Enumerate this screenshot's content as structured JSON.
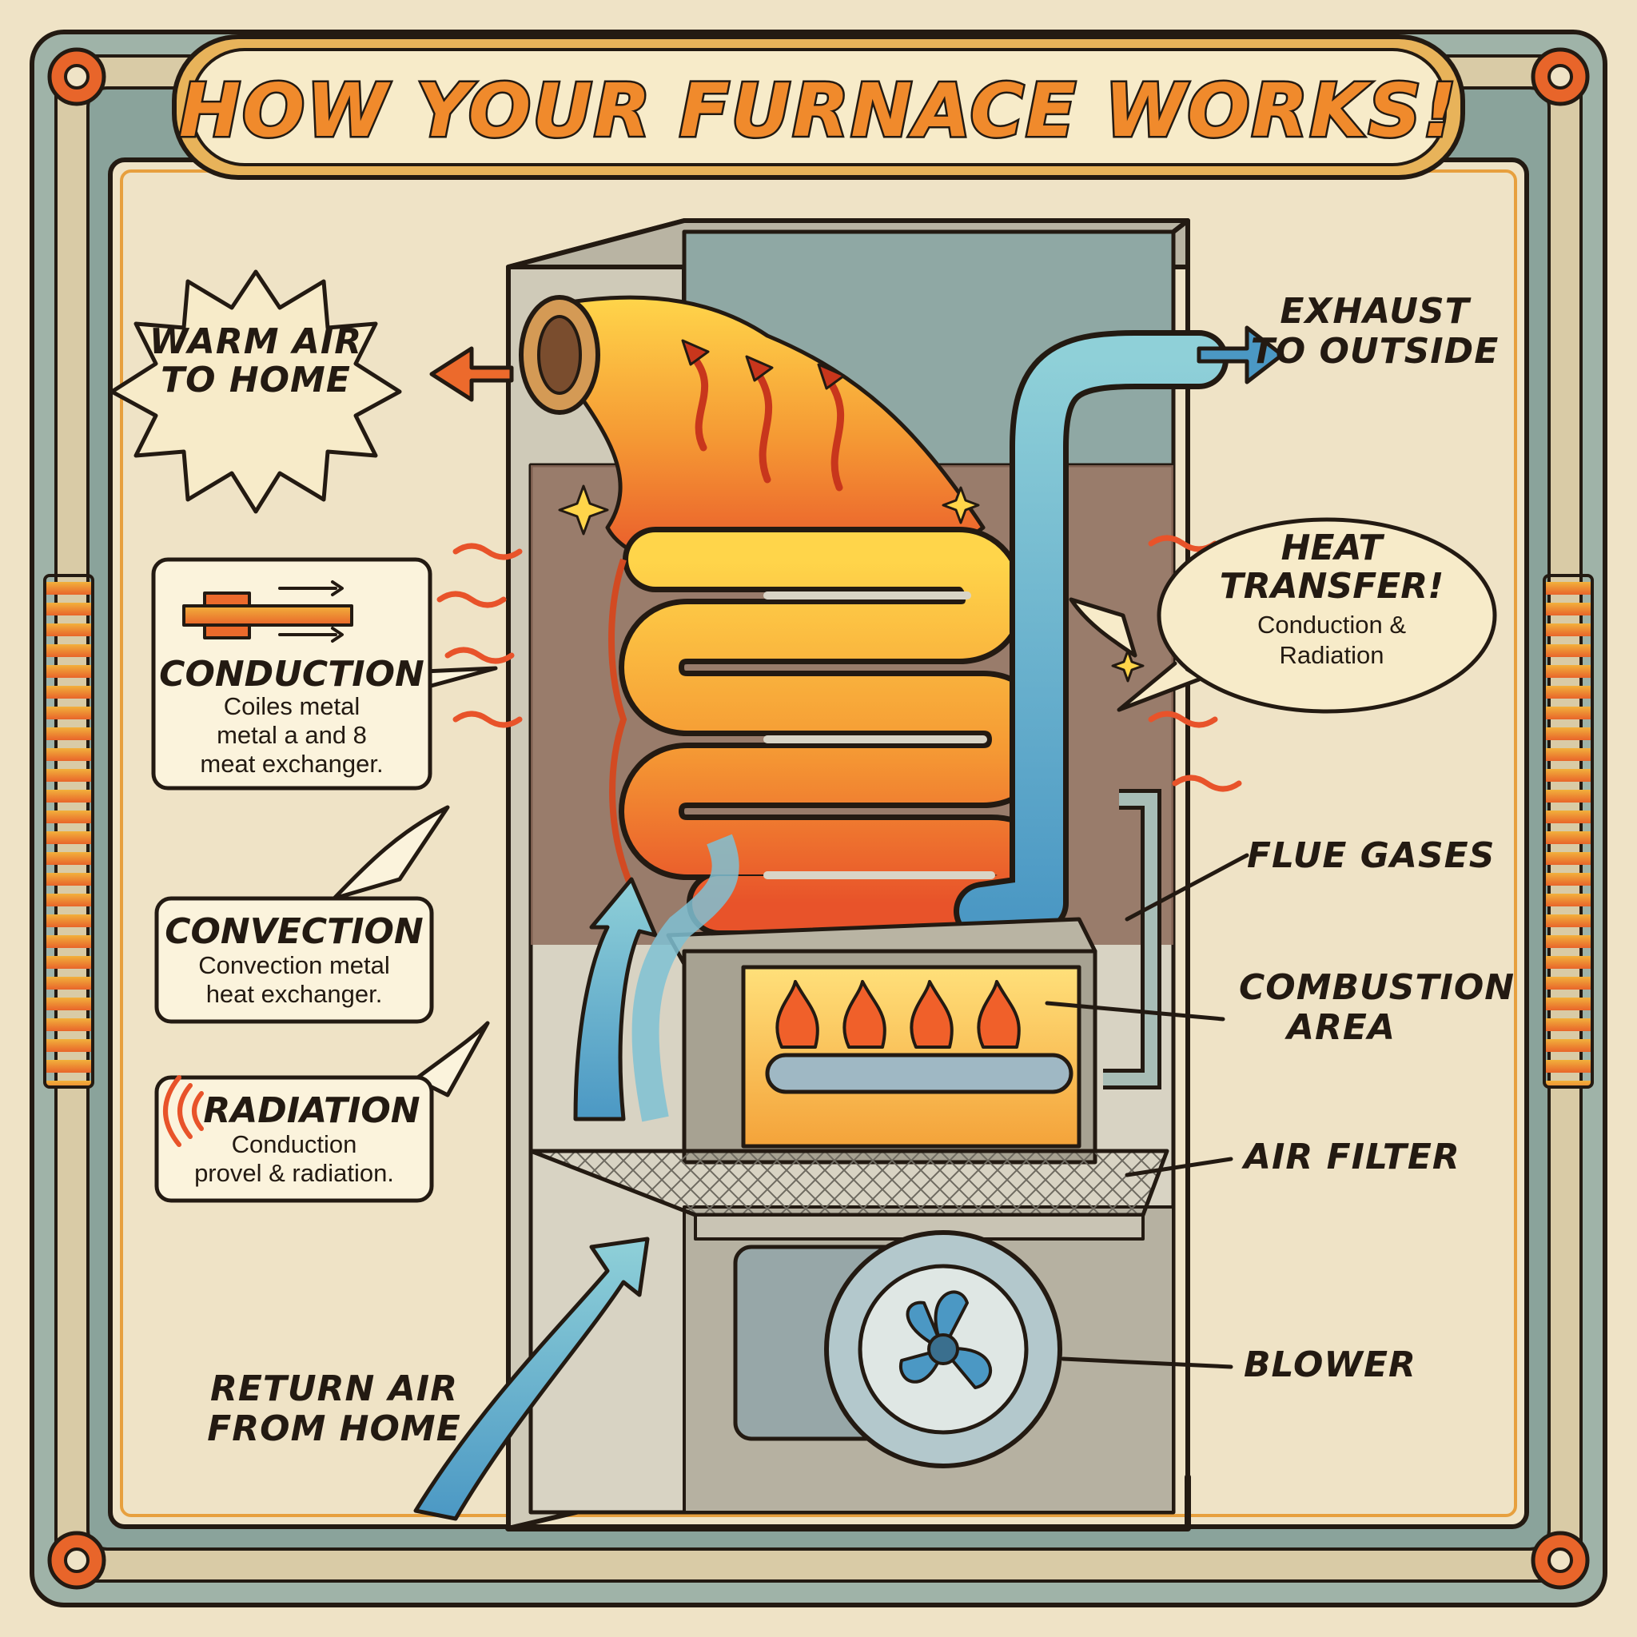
{
  "title": "HOW YOUR FURNACE WORKS!",
  "labels": {
    "warm_air": [
      "WARM AIR",
      "TO HOME"
    ],
    "exhaust": [
      "EXHAUST",
      "TO OUTSIDE"
    ],
    "heat_transfer": {
      "heading": [
        "HEAT",
        "TRANSFER!"
      ],
      "body": [
        "Conduction &",
        "Radiation"
      ]
    },
    "flue_gases": "FLUE GASES",
    "combustion_area": [
      "COMBUSTION",
      "AREA"
    ],
    "air_filter": "AIR FILTER",
    "blower": "BLOWER",
    "return_air": [
      "RETURN AIR",
      "FROM HOME"
    ]
  },
  "info_boxes": {
    "conduction": {
      "heading": "CONDUCTION",
      "body": [
        "Coiles metal",
        "metal a and 8",
        "meat exchanger."
      ]
    },
    "convection": {
      "heading": "CONVECTION",
      "body": [
        "Convection metal",
        "heat exchanger."
      ]
    },
    "radiation": {
      "heading": "RADIATION",
      "body": [
        "Conduction",
        "provel & radiation."
      ]
    }
  },
  "colors": {
    "paper": "#efe3c6",
    "ink": "#231a12",
    "warm_orange": "#f08a2c",
    "flame_yellow": "#ffd54a",
    "cool_blue": "#5aa9cf",
    "metal_grey": "#bdb8a8",
    "frame_teal": "#8aa39b"
  }
}
